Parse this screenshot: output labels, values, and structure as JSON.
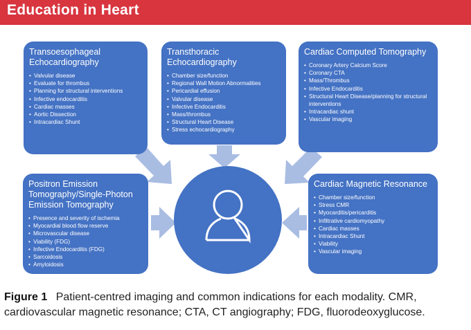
{
  "banner": {
    "title": "Education in Heart"
  },
  "colors": {
    "banner": "#d8353f",
    "box": "#4472c4",
    "center_circle": "#4472c4",
    "arrows": "#a9bde3"
  },
  "center_icon": "person-icon",
  "modalities": [
    {
      "title": "Transoesophageal Echocardiography",
      "items": [
        "Valvular disease",
        "Evaluate for thrombus",
        "Planning for structural interventions",
        "Infective endocarditis",
        "Cardiac masses",
        "Aortic Dissection",
        "Intracardiac Shunt"
      ]
    },
    {
      "title": "Transthoracic Echocardiography",
      "items": [
        "Chamber size/function",
        "Regional Wall Motion Abnormalities",
        "Pericardial effusion",
        "Valvular disease",
        "Infective Endocarditis",
        "Mass/thrombus",
        "Structural Heart Disease",
        "Stress echocardiography"
      ]
    },
    {
      "title": "Cardiac Computed Tomography",
      "items": [
        "Coronary Artery Calcium Score",
        "Coronary CTA",
        "Mass/Thrombus",
        "Infective Endocarditis",
        "Structural Heart Disease/planning for structural interventions",
        "Intracardiac shunt",
        "Vascular imaging"
      ]
    },
    {
      "title": "Positron Emission Tomography/Single-Photon Emission Tomography",
      "items": [
        "Presence and severity of ischemia",
        "Myocardial blood flow reserve",
        "Microvascular disease",
        "Viability (FDG)",
        "Infective Endocarditis (FDG)",
        "Sarcoidosis",
        "Amyloidosis"
      ]
    },
    {
      "title": "Cardiac Magnetic Resonance",
      "items": [
        "Chamber size/function",
        "Stress CMR",
        "Myocarditis/pericarditis",
        "Infiltrative cardiomyopathy",
        "Cardiac masses",
        "Intracardiac Shunt",
        "Viability",
        "Vascular imaging"
      ]
    }
  ],
  "caption": {
    "label": "Figure 1",
    "text": "Patient-centred imaging and common indications for each modality. CMR, cardiovascular magnetic resonance; CTA, CT angiography; FDG, fluorodeoxyglucose."
  }
}
